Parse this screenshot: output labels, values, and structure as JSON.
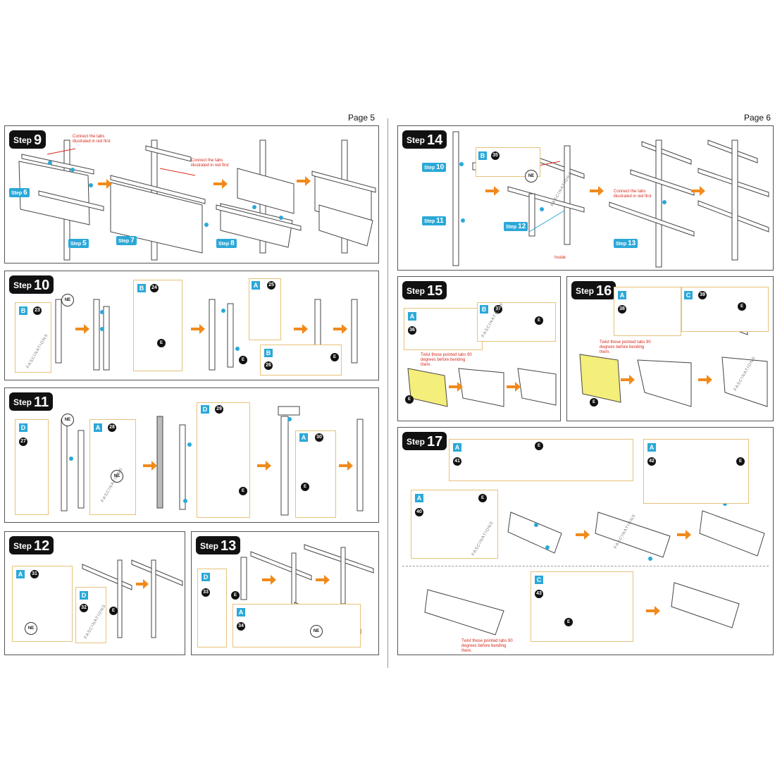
{
  "pages": {
    "left": "Page 5",
    "right": "Page 6"
  },
  "step_word": "Step",
  "steps": {
    "s9": {
      "num": "9",
      "note1": "Connect the tabs illustrated in red first",
      "note2": "Connect the tabs illustrated in red first",
      "tag_a": "6",
      "tag_b": "5",
      "tag_c": "7",
      "tag_d": "8"
    },
    "s10": {
      "num": "10",
      "letter1": "B",
      "num1": "23",
      "letter2": "B",
      "num2": "24",
      "letter3": "A",
      "num3": "25",
      "letter4": "B",
      "num4": "26"
    },
    "s11": {
      "num": "11",
      "letter1": "D",
      "num1": "27",
      "letter2": "A",
      "num2": "28",
      "letter3": "D",
      "num3": "29",
      "letter4": "A",
      "num4": "30"
    },
    "s12": {
      "num": "12",
      "letter1": "A",
      "num1": "31",
      "letter2": "D",
      "num2": "32"
    },
    "s13": {
      "num": "13",
      "letter1": "D",
      "num1": "33",
      "letter2": "A",
      "num2": "34"
    },
    "s14": {
      "num": "14",
      "tag_a": "10",
      "tag_b": "11",
      "tag_c": "12",
      "tag_d": "13",
      "letter1": "B",
      "num1": "35",
      "note": "Connect the tabs illustrated in red first",
      "inside": "Inside"
    },
    "s15": {
      "num": "15",
      "letter1": "A",
      "num1": "36",
      "letter2": "B",
      "num2": "37",
      "note": "Twist these pointed tabs 90 degrees before bending them."
    },
    "s16": {
      "num": "16",
      "letter1": "A",
      "num1": "38",
      "letter2": "C",
      "num2": "39",
      "note": "Twist these pointed tabs 90 degrees before bending them."
    },
    "s17": {
      "num": "17",
      "letter1": "A",
      "num1": "41",
      "letter2": "A",
      "num2": "42",
      "letter3": "A",
      "num3": "40",
      "letter4": "C",
      "num4": "43",
      "note": "Twist these pointed tabs 90 degrees before bending them."
    }
  },
  "labels": {
    "ne": "NE",
    "e": "E",
    "watermark": "FASCINATIONS"
  },
  "colors": {
    "accent_blue": "#2ba8d8",
    "arrow_orange": "#f08a1c",
    "sail_yellow": "#f4ee7a",
    "red_part": "#d84a3c",
    "sub_border": "#e6c27a"
  }
}
